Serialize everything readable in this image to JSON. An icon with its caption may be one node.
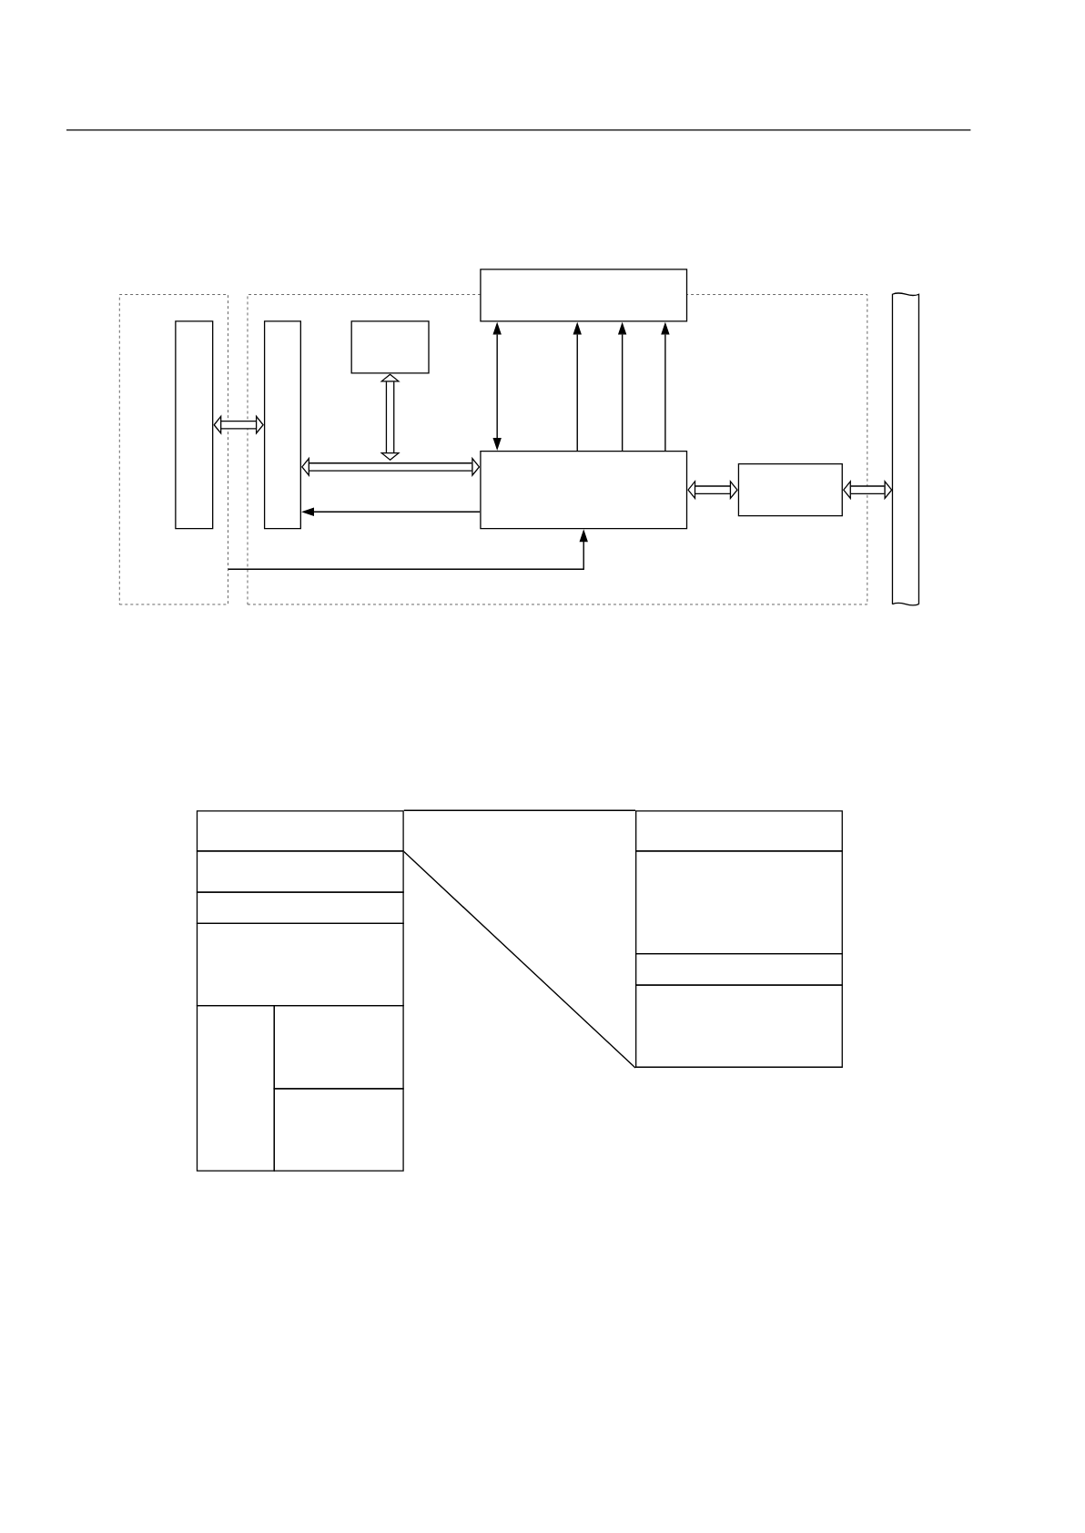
{
  "diagram": {
    "nodes": [
      {
        "text": [],
        "shape": "box"
      },
      {
        "text": [],
        "shape": "box"
      },
      {
        "text": [],
        "shape": "box",
        "in": 0
      },
      {
        "text": [],
        "shape": "box",
        "in": 1
      },
      {
        "text": [],
        "shape": "box",
        "in": 1
      },
      {
        "text": [],
        "shape": "box"
      },
      {
        "text": [],
        "shape": "box",
        "in": 1
      },
      {
        "text": [],
        "shape": "box",
        "in": 1
      },
      {
        "text": [],
        "shape": "bar"
      },
      {
        "text": [],
        "shape": "box"
      },
      {
        "text": [],
        "shape": "box"
      },
      {
        "text": [],
        "shape": "box"
      },
      {
        "text": [],
        "shape": "box"
      },
      {
        "text": [],
        "shape": "box"
      },
      {
        "text": [],
        "shape": "box"
      },
      {
        "text": [],
        "shape": "box"
      },
      {
        "text": [],
        "shape": "box"
      },
      {
        "text": [],
        "shape": "box"
      },
      {
        "text": [],
        "shape": "box"
      },
      {
        "text": [],
        "shape": "box"
      }
    ],
    "edges": [
      {
        "from": 2,
        "to": 3,
        "arrow": "both",
        "style": "thick"
      },
      {
        "from": 4,
        "to": null,
        "arrow": "both",
        "style": "thick"
      },
      {
        "from": 3,
        "to": 6,
        "arrow": "both",
        "style": "thick"
      },
      {
        "from": 6,
        "to": 3,
        "arrow": "to"
      },
      {
        "from": 6,
        "to": 5,
        "arrow": "both"
      },
      {
        "from": 6,
        "to": 5,
        "arrow": "to"
      },
      {
        "from": 6,
        "to": 5,
        "arrow": "to"
      },
      {
        "from": 6,
        "to": 5,
        "arrow": "to"
      },
      {
        "from": 0,
        "to": 6,
        "arrow": "to"
      },
      {
        "from": 6,
        "to": 7,
        "arrow": "both",
        "style": "thick"
      },
      {
        "from": 7,
        "to": 8,
        "arrow": "both",
        "style": "thick"
      },
      {
        "from": 9,
        "to": 16,
        "arrow": "none"
      },
      {
        "from": 9,
        "to": 19,
        "arrow": "none"
      }
    ]
  }
}
